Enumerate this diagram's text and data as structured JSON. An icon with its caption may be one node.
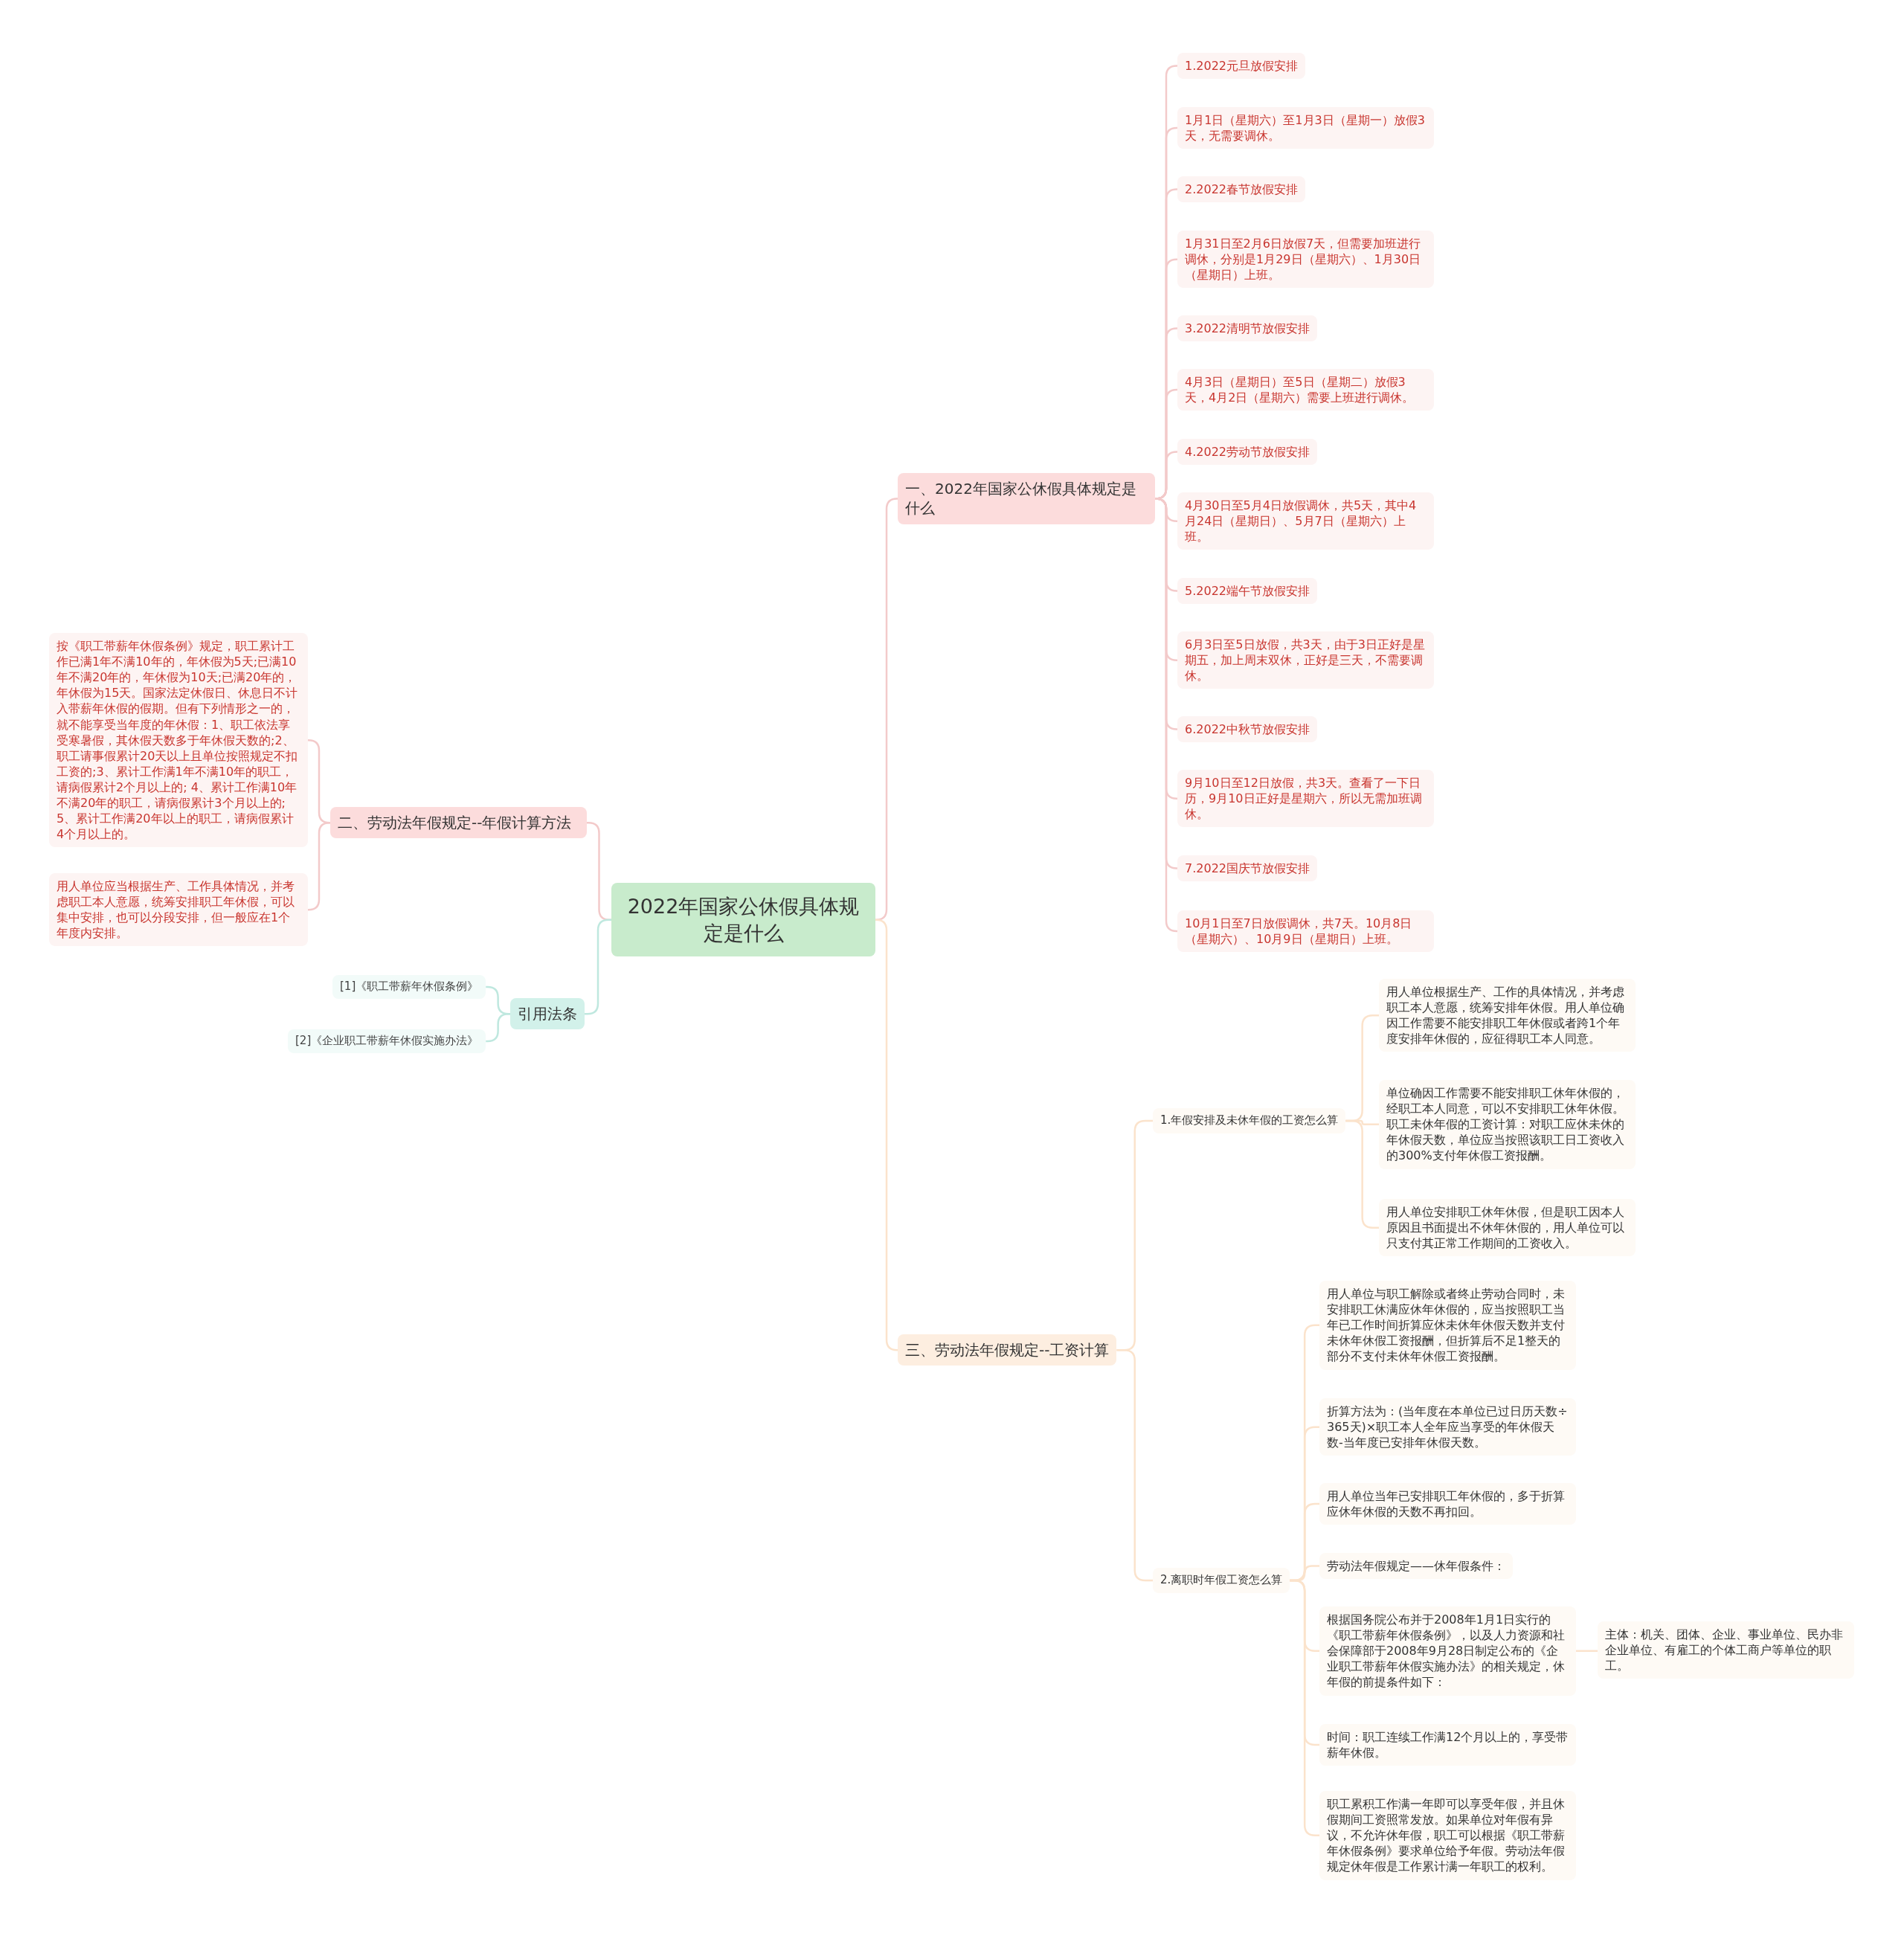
{
  "diagram": {
    "nodes": [
      {
        "text": [
          "2022年国家公休假具体规定是什么"
        ]
      },
      {
        "text": [
          "一、2022年国家公休假具体规定是什么"
        ]
      },
      {
        "text": [
          "1.2022元旦放假安排"
        ]
      },
      {
        "text": [
          "1月1日（星期六）至1月3日（星期一）放假3天，无需要调休。"
        ]
      },
      {
        "text": [
          "2.2022春节放假安排"
        ]
      },
      {
        "text": [
          "1月31日至2月6日放假7天，但需要加班进行调休，分别是1月29日（星期六）、1月30日（星期日）上班。"
        ]
      },
      {
        "text": [
          "3.2022清明节放假安排"
        ]
      },
      {
        "text": [
          "4月3日（星期日）至5日（星期二）放假3天，4月2日（星期六）需要上班进行调休。"
        ]
      },
      {
        "text": [
          "4.2022劳动节放假安排"
        ]
      },
      {
        "text": [
          "4月30日至5月4日放假调休，共5天，其中4月24日（星期日）、5月7日（星期六）上班。"
        ]
      },
      {
        "text": [
          "5.2022端午节放假安排"
        ]
      },
      {
        "text": [
          "6月3日至5日放假，共3天，由于3日正好是星期五，加上周末双休，正好是三天，不需要调休。"
        ]
      },
      {
        "text": [
          "6.2022中秋节放假安排"
        ]
      },
      {
        "text": [
          "9月10日至12日放假，共3天。查看了一下日历，9月10日正好是星期六，所以无需加班调休。"
        ]
      },
      {
        "text": [
          "7.2022国庆节放假安排"
        ]
      },
      {
        "text": [
          "10月1日至7日放假调休，共7天。10月8日（星期六）、10月9日（星期日）上班。"
        ]
      },
      {
        "text": [
          "二、劳动法年假规定--年假计算方法"
        ]
      },
      {
        "text": [
          "按《职工带薪年休假条例》规定，职工累计工作已满1年不满10年的，年休假为5天;已满10年不满20年的，年休假为10天;已满20年的，年休假为15天。国家法定休假日、休息日不计入带薪年休假的假期。但有下列情形之一的，就不能享受当年度的年休假：1、职工依法享受寒暑假，其休假天数多于年休假天数的;2、职工请事假累计20天以上且单位按照规定不扣工资的;3、累计工作满1年不满10年的职工，请病假累计2个月以上的; 4、累计工作满10年不满20年的职工，请病假累计3个月以上的;5、累计工作满20年以上的职工，请病假累计4个月以上的。"
        ]
      },
      {
        "text": [
          "用人单位应当根据生产、工作具体情况，并考虑职工本人意愿，统筹安排职工年休假，可以集中安排，也可以分段安排，但一般应在1个年度内安排。"
        ]
      },
      {
        "text": [
          "引用法条"
        ]
      },
      {
        "text": [
          "[1]《职工带薪年休假条例》"
        ]
      },
      {
        "text": [
          "[2]《企业职工带薪年休假实施办法》"
        ]
      },
      {
        "text": [
          "三、劳动法年假规定--工资计算"
        ]
      },
      {
        "text": [
          "1.年假安排及未休年假的工资怎么算"
        ]
      },
      {
        "text": [
          "用人单位根据生产、工作的具体情况，并考虑职工本人意愿，统筹安排年休假。用人单位确因工作需要不能安排职工年休假或者跨1个年度安排年休假的，应征得职工本人同意。"
        ]
      },
      {
        "text": [
          "单位确因工作需要不能安排职工休年休假的，经职工本人同意，可以不安排职工休年休假。职工未休年假的工资计算：对职工应休未休的年休假天数，单位应当按照该职工日工资收入的300%支付年休假工资报酬。"
        ]
      },
      {
        "text": [
          "用人单位安排职工休年休假，但是职工因本人原因且书面提出不休年休假的，用人单位可以只支付其正常工作期间的工资收入。"
        ]
      },
      {
        "text": [
          "2.离职时年假工资怎么算"
        ]
      },
      {
        "text": [
          "用人单位与职工解除或者终止劳动合同时，未安排职工休满应休年休假的，应当按照职工当年已工作时间折算应休未休年休假天数并支付未休年休假工资报酬，但折算后不足1整天的部分不支付未休年休假工资报酬。"
        ]
      },
      {
        "text": [
          "折算方法为：(当年度在本单位已过日历天数÷365天)×职工本人全年应当享受的年休假天数-当年度已安排年休假天数。"
        ]
      },
      {
        "text": [
          "用人单位当年已安排职工年休假的，多于折算应休年休假的天数不再扣回。"
        ]
      },
      {
        "text": [
          "劳动法年假规定——休年假条件："
        ]
      },
      {
        "text": [
          "根据国务院公布并于2008年1月1日实行的《职工带薪年休假条例》，以及人力资源和社会保障部于2008年9月28日制定公布的《企业职工带薪年休假实施办法》的相关规定，休年假的前提条件如下："
        ]
      },
      {
        "text": [
          "时间：职工连续工作满12个月以上的，享受带薪年休假。"
        ]
      },
      {
        "text": [
          "职工累积工作满一年即可以享受年假，并且休假期间工资照常发放。如果单位对年假有异议，不允许休年假，职工可以根据《职工带薪年休假条例》要求单位给予年假。劳动法年假规定休年假是工作累计满一年职工的权利。"
        ]
      },
      {
        "text": [
          "主体：机关、团体、企业、事业单位、民办非企业单位、有雇工的个体工商户等单位的职工。"
        ]
      }
    ],
    "edges": [
      {
        "from": 0,
        "to": 1,
        "arrow": "none"
      },
      {
        "from": 1,
        "to": 2,
        "arrow": "none"
      },
      {
        "from": 1,
        "to": 3,
        "arrow": "none"
      },
      {
        "from": 1,
        "to": 4,
        "arrow": "none"
      },
      {
        "from": 1,
        "to": 5,
        "arrow": "none"
      },
      {
        "from": 1,
        "to": 6,
        "arrow": "none"
      },
      {
        "from": 1,
        "to": 7,
        "arrow": "none"
      },
      {
        "from": 1,
        "to": 8,
        "arrow": "none"
      },
      {
        "from": 1,
        "to": 9,
        "arrow": "none"
      },
      {
        "from": 1,
        "to": 10,
        "arrow": "none"
      },
      {
        "from": 1,
        "to": 11,
        "arrow": "none"
      },
      {
        "from": 1,
        "to": 12,
        "arrow": "none"
      },
      {
        "from": 1,
        "to": 13,
        "arrow": "none"
      },
      {
        "from": 1,
        "to": 14,
        "arrow": "none"
      },
      {
        "from": 1,
        "to": 15,
        "arrow": "none"
      },
      {
        "from": 0,
        "to": 16,
        "arrow": "none"
      },
      {
        "from": 16,
        "to": 17,
        "arrow": "none"
      },
      {
        "from": 16,
        "to": 18,
        "arrow": "none"
      },
      {
        "from": 0,
        "to": 19,
        "arrow": "none",
        "color": "#bfe8df"
      },
      {
        "from": 19,
        "to": 20,
        "arrow": "none",
        "color": "#bfe8df"
      },
      {
        "from": 19,
        "to": 21,
        "arrow": "none",
        "color": "#bfe8df"
      },
      {
        "from": 0,
        "to": 22,
        "arrow": "none",
        "color": "#fbe3cc"
      },
      {
        "from": 22,
        "to": 23,
        "arrow": "none",
        "color": "#fbe3cc"
      },
      {
        "from": 23,
        "to": 24,
        "arrow": "none",
        "color": "#fbe3cc"
      },
      {
        "from": 23,
        "to": 25,
        "arrow": "none",
        "color": "#fbe3cc"
      },
      {
        "from": 23,
        "to": 26,
        "arrow": "none",
        "color": "#fbe3cc"
      },
      {
        "from": 22,
        "to": 27,
        "arrow": "none",
        "color": "#fbe3cc"
      },
      {
        "from": 27,
        "to": 28,
        "arrow": "none",
        "color": "#fbe3cc"
      },
      {
        "from": 27,
        "to": 29,
        "arrow": "none",
        "color": "#fbe3cc"
      },
      {
        "from": 27,
        "to": 30,
        "arrow": "none",
        "color": "#fbe3cc"
      },
      {
        "from": 27,
        "to": 31,
        "arrow": "none",
        "color": "#fbe3cc"
      },
      {
        "from": 27,
        "to": 32,
        "arrow": "none",
        "color": "#fbe3cc"
      },
      {
        "from": 27,
        "to": 33,
        "arrow": "none",
        "color": "#fbe3cc"
      },
      {
        "from": 27,
        "to": 34,
        "arrow": "none",
        "color": "#fbe3cc"
      },
      {
        "from": 32,
        "to": 35,
        "arrow": "none",
        "color": "#fbe3cc"
      }
    ]
  }
}
